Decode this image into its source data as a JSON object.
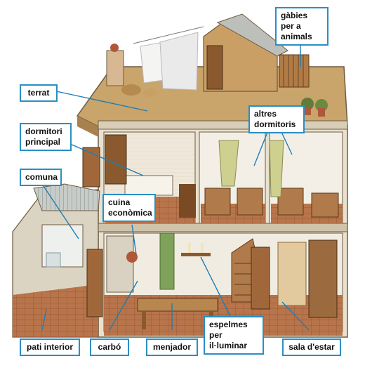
{
  "labels": {
    "gabies": "gàbies per a animals",
    "terrat": "terrat",
    "altres_dormitoris": "altres dormitoris",
    "dormitori_principal": "dormitori principal",
    "comuna": "comuna",
    "cuina_economica": "cuina econòmica",
    "pati_interior": "pati interior",
    "carbo": "carbó",
    "menjador": "menjador",
    "espelmes": "espelmes per il·luminar",
    "sala_estar": "sala d'estar"
  },
  "colors": {
    "label_border": "#2a8fc4",
    "leader_line": "#1f7db5",
    "wall": "#f3efe6",
    "floor_tile": "#b8744a",
    "roof_terrace": "#c9a46b",
    "wood": "#8a5a2e"
  }
}
